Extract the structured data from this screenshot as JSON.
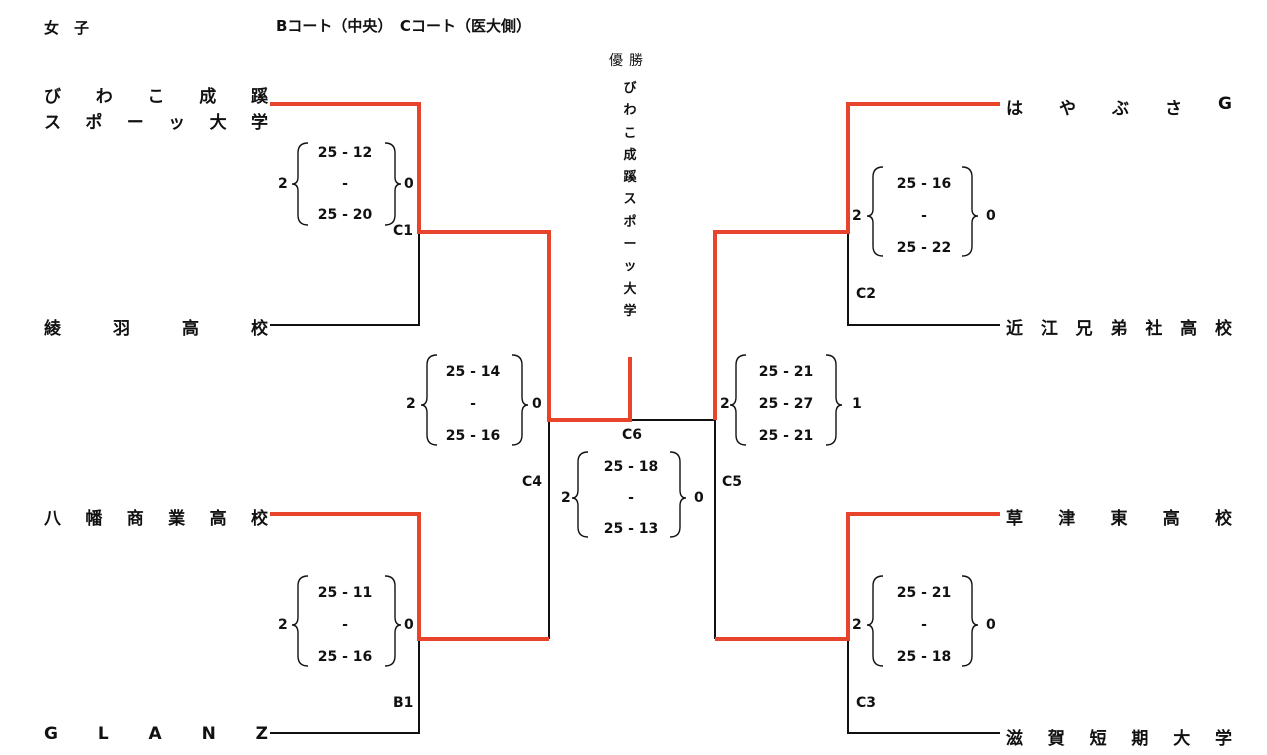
{
  "header": {
    "category": "女　子",
    "courts": "Bコート（中央）　Cコート（医大側）"
  },
  "champion": {
    "title": "優勝",
    "name_chars": [
      "び",
      "わ",
      "こ",
      "成",
      "蹊",
      "ス",
      "ポ",
      "ー",
      "ッ",
      "大",
      "学"
    ]
  },
  "teams": {
    "left": [
      [
        "び",
        "わ",
        "こ",
        "成",
        "蹊"
      ],
      [
        "ス",
        "ポ",
        "ー",
        "ッ",
        "大",
        "学"
      ],
      [
        "綾",
        "羽",
        "高",
        "校"
      ],
      [
        "八",
        "幡",
        "商",
        "業",
        "高",
        "校"
      ],
      [
        "G",
        "L",
        "A",
        "N",
        "Z"
      ]
    ],
    "right": [
      [
        "は",
        "や",
        "ぶ",
        "さ",
        "G"
      ],
      [
        "近",
        "江",
        "兄",
        "弟",
        "社",
        "高",
        "校"
      ],
      [
        "草",
        "津",
        "東",
        "高",
        "校"
      ],
      [
        "滋",
        "賀",
        "短",
        "期",
        "大",
        "学"
      ]
    ]
  },
  "matches": {
    "c1": {
      "label": "C1",
      "winner_sets": "2",
      "loser_sets": "0",
      "sets": [
        "25 - 12",
        "-",
        "25 - 20"
      ]
    },
    "c2": {
      "label": "C2",
      "winner_sets": "2",
      "loser_sets": "0",
      "sets": [
        "25 - 16",
        "-",
        "25 - 22"
      ]
    },
    "b1": {
      "label": "B1",
      "winner_sets": "2",
      "loser_sets": "0",
      "sets": [
        "25 - 11",
        "-",
        "25 - 16"
      ]
    },
    "c3": {
      "label": "C3",
      "winner_sets": "2",
      "loser_sets": "0",
      "sets": [
        "25 - 21",
        "-",
        "25 - 18"
      ]
    },
    "c4": {
      "label": "C4",
      "winner_sets": "2",
      "loser_sets": "0",
      "sets": [
        "25 - 14",
        "-",
        "25 - 16"
      ]
    },
    "c5": {
      "label": "C5",
      "winner_sets": "2",
      "loser_sets": "1",
      "sets": [
        "25 - 21",
        "25 - 27",
        "25 - 21"
      ]
    },
    "c6": {
      "label": "C6",
      "winner_sets": "2",
      "loser_sets": "0",
      "sets": [
        "25 - 18",
        "-",
        "25 - 13"
      ]
    }
  },
  "colors": {
    "winner_line": "#e8442b",
    "line": "#111111"
  }
}
